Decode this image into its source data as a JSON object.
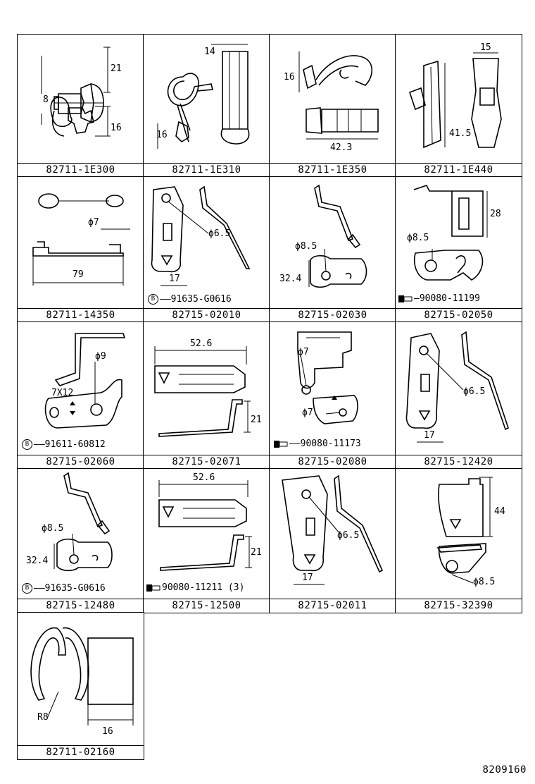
{
  "cells": [
    {
      "part_number": "82711-1E300",
      "dims": [
        "21",
        "8",
        "16"
      ]
    },
    {
      "part_number": "82711-1E310",
      "dims": [
        "14",
        "16"
      ]
    },
    {
      "part_number": "82711-1E350",
      "dims": [
        "16",
        "42.3"
      ]
    },
    {
      "part_number": "82711-1E440",
      "dims": [
        "15",
        "41.5"
      ]
    },
    {
      "part_number": "82711-14350",
      "dims": [
        "ϕ7",
        "79"
      ]
    },
    {
      "part_number": "82715-02010",
      "dims": [
        "ϕ6.5",
        "17"
      ],
      "callout": {
        "mark": "B",
        "part": "91635-G0616"
      }
    },
    {
      "part_number": "82715-02030",
      "dims": [
        "ϕ8.5",
        "32.4"
      ]
    },
    {
      "part_number": "82715-02050",
      "dims": [
        "28",
        "ϕ8.5"
      ],
      "callout": {
        "mark": "bolt",
        "part": "90080-11199"
      }
    },
    {
      "part_number": "82715-02060",
      "dims": [
        "ϕ9",
        "7X12"
      ],
      "callout": {
        "mark": "B",
        "part": "91611-60812"
      }
    },
    {
      "part_number": "82715-02071",
      "dims": [
        "52.6",
        "21"
      ]
    },
    {
      "part_number": "82715-02080",
      "dims": [
        "ϕ7",
        "ϕ7"
      ],
      "callout": {
        "mark": "bolt",
        "part": "90080-11173"
      }
    },
    {
      "part_number": "82715-12420",
      "dims": [
        "ϕ6.5",
        "17"
      ]
    },
    {
      "part_number": "82715-12480",
      "dims": [
        "ϕ8.5",
        "32.4"
      ],
      "callout": {
        "mark": "B",
        "part": "91635-G0616"
      }
    },
    {
      "part_number": "82715-12500",
      "dims": [
        "52.6",
        "21"
      ],
      "callout": {
        "mark": "bolt",
        "part": "90080-11211 (3)"
      }
    },
    {
      "part_number": "82715-02011",
      "dims": [
        "ϕ6.5",
        "17"
      ]
    },
    {
      "part_number": "82715-32390",
      "dims": [
        "44",
        "ϕ8.5"
      ]
    },
    {
      "part_number": "82711-02160",
      "dims": [
        "R8",
        "16"
      ]
    }
  ],
  "diagram_code": "8209160"
}
